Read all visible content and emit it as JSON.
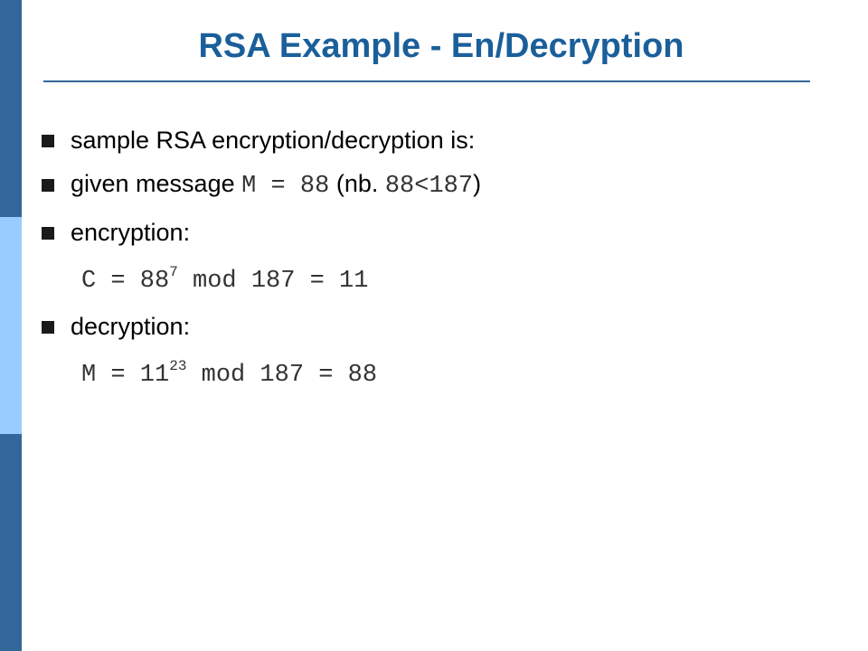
{
  "slide": {
    "title": "RSA Example - En/Decryption",
    "colors": {
      "title": "#1a5f9a",
      "sidebar_dark": "#336699",
      "sidebar_light": "#99ccff"
    }
  },
  "bullets": {
    "b1": {
      "text": "sample RSA encryption/decryption is:"
    },
    "b2": {
      "prefix": "given message ",
      "code1": "M = 88",
      "middle": " (nb. ",
      "code2": "88<187",
      "suffix": ")"
    },
    "b3": {
      "text": "encryption:"
    },
    "b4": {
      "text": "decryption:"
    }
  },
  "equations": {
    "enc": {
      "lhs": "C = 88",
      "exp": "7",
      "rhs": " mod 187 = 11"
    },
    "dec": {
      "lhs": "M = 11",
      "exp": "23",
      "rhs": " mod 187 = 88"
    }
  }
}
